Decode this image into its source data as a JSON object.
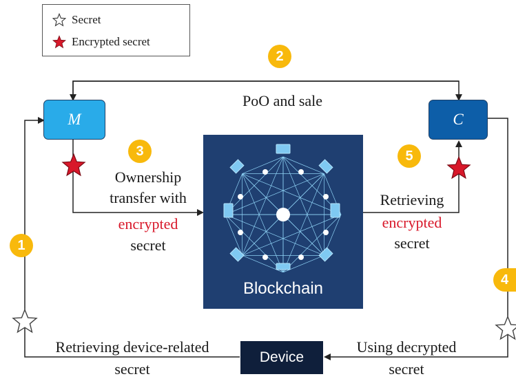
{
  "legend": {
    "items": [
      {
        "label": "Secret",
        "icon": "hollow-star-icon"
      },
      {
        "label": "Encrypted secret",
        "icon": "red-star-icon"
      }
    ]
  },
  "nodes": {
    "m_label": "M",
    "c_label": "C",
    "device_label": "Device",
    "blockchain_label": "Blockchain"
  },
  "steps": {
    "step1": "1",
    "step2": "2",
    "step3": "3",
    "step4": "4",
    "step5": "5"
  },
  "labels": {
    "poo_sale": "PoO and sale",
    "ownership_line1": "Ownership",
    "ownership_line2": "transfer with",
    "ownership_line3": "encrypted",
    "ownership_line4": "secret",
    "retrieving_line1": "Retrieving",
    "retrieving_line2": "encrypted",
    "retrieving_line3": "secret",
    "retrieving_device_line1": "Retrieving device-related",
    "retrieving_device_line2": "secret",
    "using_line1": "Using decrypted",
    "using_line2": "secret"
  },
  "colors": {
    "m_fill": "#29abe9",
    "c_fill": "#0d5ea8",
    "badge": "#f8b90c",
    "encrypted_text": "#d8182a",
    "star_red": "#d8182a",
    "blockchain_bg": "#1f3f71",
    "device_bg": "#0f1f3b"
  }
}
